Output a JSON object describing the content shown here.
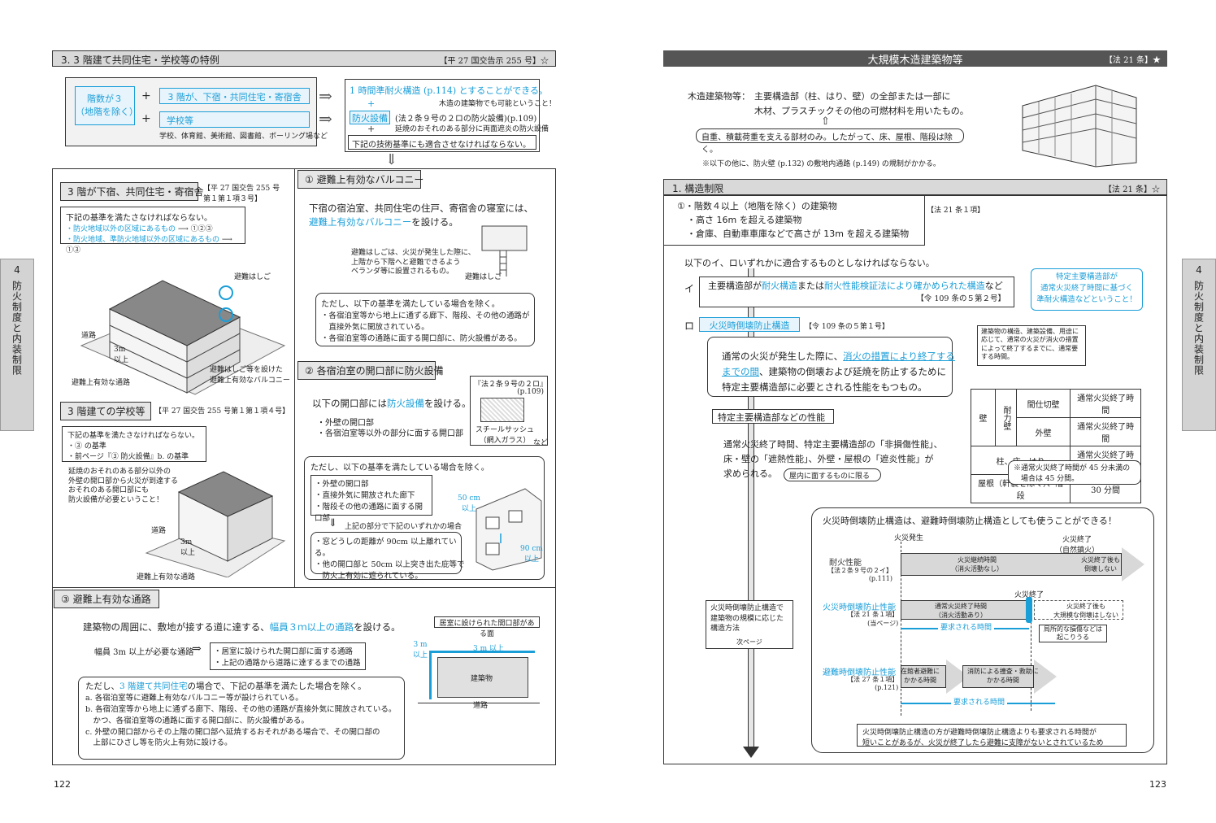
{
  "left": {
    "header_title": "3. 3 階建て共同住宅・学校等の特例",
    "header_ref": "【平 27 国交告示 255 号】☆",
    "top": {
      "floors": "階数が３\n（地階を除く）",
      "boarding": "3 階が、下宿・共同住宅・寄宿舎",
      "school": "学校等",
      "school_note": "学校、体育館、美術館、図書館、ボーリング場など",
      "result1": "1 時間準耐火構造 (p.114) とすることができる。",
      "result1_note": "木造の建築物でも可能ということ！",
      "result2": "防火設備",
      "result2_text": "(法２条９号の２ロの防火設備)(p.109)",
      "result2_note": "延焼のおそれのある部分に両面遮炎の防火設備",
      "result3": "下記の技術基準にも適合させなければならない。"
    },
    "boarding_sec": {
      "title": "3 階が下宿、共同住宅・寄宿舎",
      "ref": "【平 27 国交告 255 号\n第１第１項３号】",
      "req": "下記の基準を満たさなければならない。",
      "r1": "・防火地域以外の区域にあるもの",
      "r1v": "①②③",
      "r2": "・防火地域、準防火地域以外の区域にあるもの",
      "r2v": "①③",
      "label_ladder": "避難はしご",
      "label_road": "道路",
      "label_3m": "3m\n以上",
      "label_hashigo": "避難はしご等を設けた\n避難上有効なバルコニー",
      "label_walkway": "避難上有効な通路"
    },
    "school_sec": {
      "title": "3 階建ての学校等",
      "ref": "【平 27 国交告 255 号第１第１項４号】",
      "req": "下記の基準を満たさなければならない。",
      "r1": "・③ の基準",
      "r2": "・前ページ『③ 防火設備』b. の基準",
      "note": "延焼のおそれのある部分以外の\n外壁の開口部から火災が到達する\nおそれのある開口部にも\n防火設備が必要ということ！",
      "label_road": "道路",
      "label_3m": "3m\n以上",
      "label_walkway": "避難上有効な通路"
    },
    "balcony": {
      "title": "① 避難上有効なバルコニー",
      "text1": "下宿の宿泊室、共同住宅の住戸、寄宿舎の寝室には、",
      "text2": "避難上有効なバルコニー",
      "text3": "を設ける。",
      "note": "避難はしごは、火災が発生した際に、\n上階から下階へと避難できるよう\nベランダ等に設置されるもの。",
      "ladder_label": "避難はしご",
      "except_title": "ただし、以下の基準を満たしている場合を除く。",
      "e1": "・各宿泊室等から地上に通ずる廊下、階段、その他の通路が\n　直接外気に開放されている。",
      "e2": "・各宿泊室等の通路に面する開口部に、防火設備がある。"
    },
    "opening": {
      "title": "② 各宿泊室の開口部に防火設備",
      "text1": "以下の開口部には",
      "text2": "防火設備",
      "text3": "を設ける。",
      "o1": "・外壁の開口部",
      "o2": "・各宿泊室等以外の部分に面する開口部",
      "sash_ref": "『法２条９号の２ロ』",
      "sash_page": "(p.109)",
      "sash_label": "スチールサッシュ\n（網入ガラス）",
      "sash_etc": "など",
      "except_title": "ただし、以下の基準を満たしている場合を除く。",
      "c1": "・外壁の開口部",
      "c2": "・直接外気に開放された廊下",
      "c3": "・階段その他の通路に面する開口部",
      "arrow_note": "上記の部分で下記のいずれかの場合",
      "d1": "・窓どうしの距離が 90cm 以上離れている。",
      "d2": "・他の開口部と 50cm 以上突き出た庇等で\n　防火上有効に遮られている。",
      "dim_50": "50 cm\n以上",
      "dim_90": "90 cm\n以上"
    },
    "walkway": {
      "title": "③ 避難上有効な通路",
      "text1": "建築物の周囲に、敷地が接する道に達する、",
      "text2": "幅員３ｍ以上の通路",
      "text3": "を設ける。",
      "need": "幅員 3m 以上が必要な通路",
      "n1": "・居室に設けられた開口部に面する通路",
      "n2": "・上記の通路から道路に達するまでの通路",
      "diag_title": "居室に設けられた開口部がある面",
      "diag_3m": "3 m 以上",
      "diag_3m_v": "3 m\n以上",
      "diag_bldg": "建築物",
      "diag_road": "道路",
      "except": "ただし、",
      "except_cyan": "3 階建て共同住宅",
      "except_tail": "の場合で、下記の基準を満たした場合を除く。",
      "ea": "a. 各宿泊室等に避難上有効なバルコニー等が設けられている。",
      "eb": "b. 各宿泊室等から地上に通ずる廊下、階段、その他の通路が直接外気に開放されている。\n　かつ、各宿泊室等の通路に面する開口部に、防火設備がある。",
      "ec": "c. 外壁の開口部からその上階の開口部へ延焼するおそれがある場合で、その開口部の\n　上部にひさし等を防火上有効に設ける。"
    },
    "page": "122"
  },
  "right": {
    "header_title": "大規模木造建築物等",
    "header_ref": "【法 21 条】★",
    "def_label": "木造建築物等：",
    "def_text": "主要構造部（柱、はり、壁）の全部または一部に\n木材、プラスチックその他の可燃材料を用いたもの。",
    "def_note": "自重、積載荷重を支える部材のみ。したがって、床、屋根、階段は除く。",
    "def_star": "※以下の他に、防火壁 (p.132) の敷地内通路 (p.149) の規制がかかる。",
    "sec1_title": "1. 構造制限",
    "sec1_ref": "【法 21 条】☆",
    "cond1": "①・階数４以上（地階を除く）の建築物",
    "cond2": "・高さ 16m を超える建築物",
    "cond3": "・倉庫、自動車車庫などで高さが 13m を超える建築物",
    "cond_ref": "【法 21 条１項】",
    "intro": "以下のイ、ロいずれかに適合するものとしなければならない。",
    "i_label": "イ",
    "i_text1": "主要構造部が",
    "i_cyan1": "耐火構造",
    "i_text2": "または",
    "i_cyan2": "耐火性能検証法により確かめられた構造",
    "i_text3": "など",
    "i_ref": "【令 109 条の５第２号】",
    "callout": "特定主要構造部が\n通常火災終了時間に基づく\n準耐火構造などということ！",
    "ro_label": "ロ",
    "ro_title": "火災時倒壊防止構造",
    "ro_ref": "【令 109 条の５第１号】",
    "ro_text1": "通常の火災が発生した際に、",
    "ro_cyan1": "消火の措置により終了する",
    "ro_cyan2": "までの間",
    "ro_text2": "、建築物の倒壊および延焼を防止するために",
    "ro_text3": "特定主要構造部に必要とされる性能をもつもの。",
    "ro_note": "建築物の構造、建築設備、用途に\n応じて、通常の火災が消火の措置\nによって終了するまでに、通常要\nする時間。",
    "perf_title": "特定主要構造部などの性能",
    "perf1": "通常火災終了時間、特定主要構造部の「非損傷性能」、",
    "perf2": "床・壁の「遮熱性能」、外壁・屋根の「遮炎性能」が",
    "perf3": "求められる。",
    "perf_badge": "屋内に面するものに限る",
    "table": {
      "wall": "壁",
      "bearing": "耐力壁",
      "partition": "間仕切壁",
      "exterior": "外壁",
      "pillar": "柱、床、はり",
      "roof": "屋根（軒裏を除く）、階段",
      "v": "通常火災終了時間",
      "v30": "30 分間",
      "note": "※通常火災終了時間が 45 分未満の\n　場合は 45 分間。"
    },
    "flow": {
      "title": "火災時倒壊防止構造は、避難時倒壊防止構造としても使うことができる！",
      "start": "火災発生",
      "end1": "火災終了\n（自然鎮火）",
      "end2": "火災終了",
      "r1_label": "耐火性能",
      "r1_ref": "【法２条９号の２イ】\n(p.111)",
      "r1_bar": "火災継続時間\n（消火活動なし）",
      "r1_tail": "火災終了後も\n倒壊しない",
      "r2_label": "火災時倒壊防止性能",
      "r2_ref": "【法 21 条１項】\n(当ページ)",
      "r2_bar": "通常火災終了時間\n（消火活動あり）",
      "r2_tail": "火災終了後も\n大規模な倒壊はしない",
      "r2_req": "要求される時間",
      "r2_side": "局所的な損傷などは\n起こりうる",
      "r3_label": "避難時倒壊防止性能",
      "r3_ref": "【法 27 条１項】\n(p.121)",
      "r3_bar1": "在館者避難に\nかかる時間",
      "r3_bar2": "消防による捜査・救助に\nかかる時間",
      "r3_req": "要求される時間",
      "side_box": "火災時倒壊防止構造で\n建築物の規模に応じた\n構造方法",
      "side_next": "次ページ",
      "bottom": "火災時倒壊防止構造の方が避難時倒壊防止構造よりも要求される時間が\n短いことがあるが、火災が終了したら避難に支障がないとされているため"
    },
    "page": "123"
  },
  "tabs": {
    "left_num": "4",
    "left_text": "防火制度と内装制限",
    "right_num": "4",
    "right_text": "防火制度と内装制限"
  },
  "colors": {
    "accent": "#1a9ed8",
    "header": "#555555"
  }
}
